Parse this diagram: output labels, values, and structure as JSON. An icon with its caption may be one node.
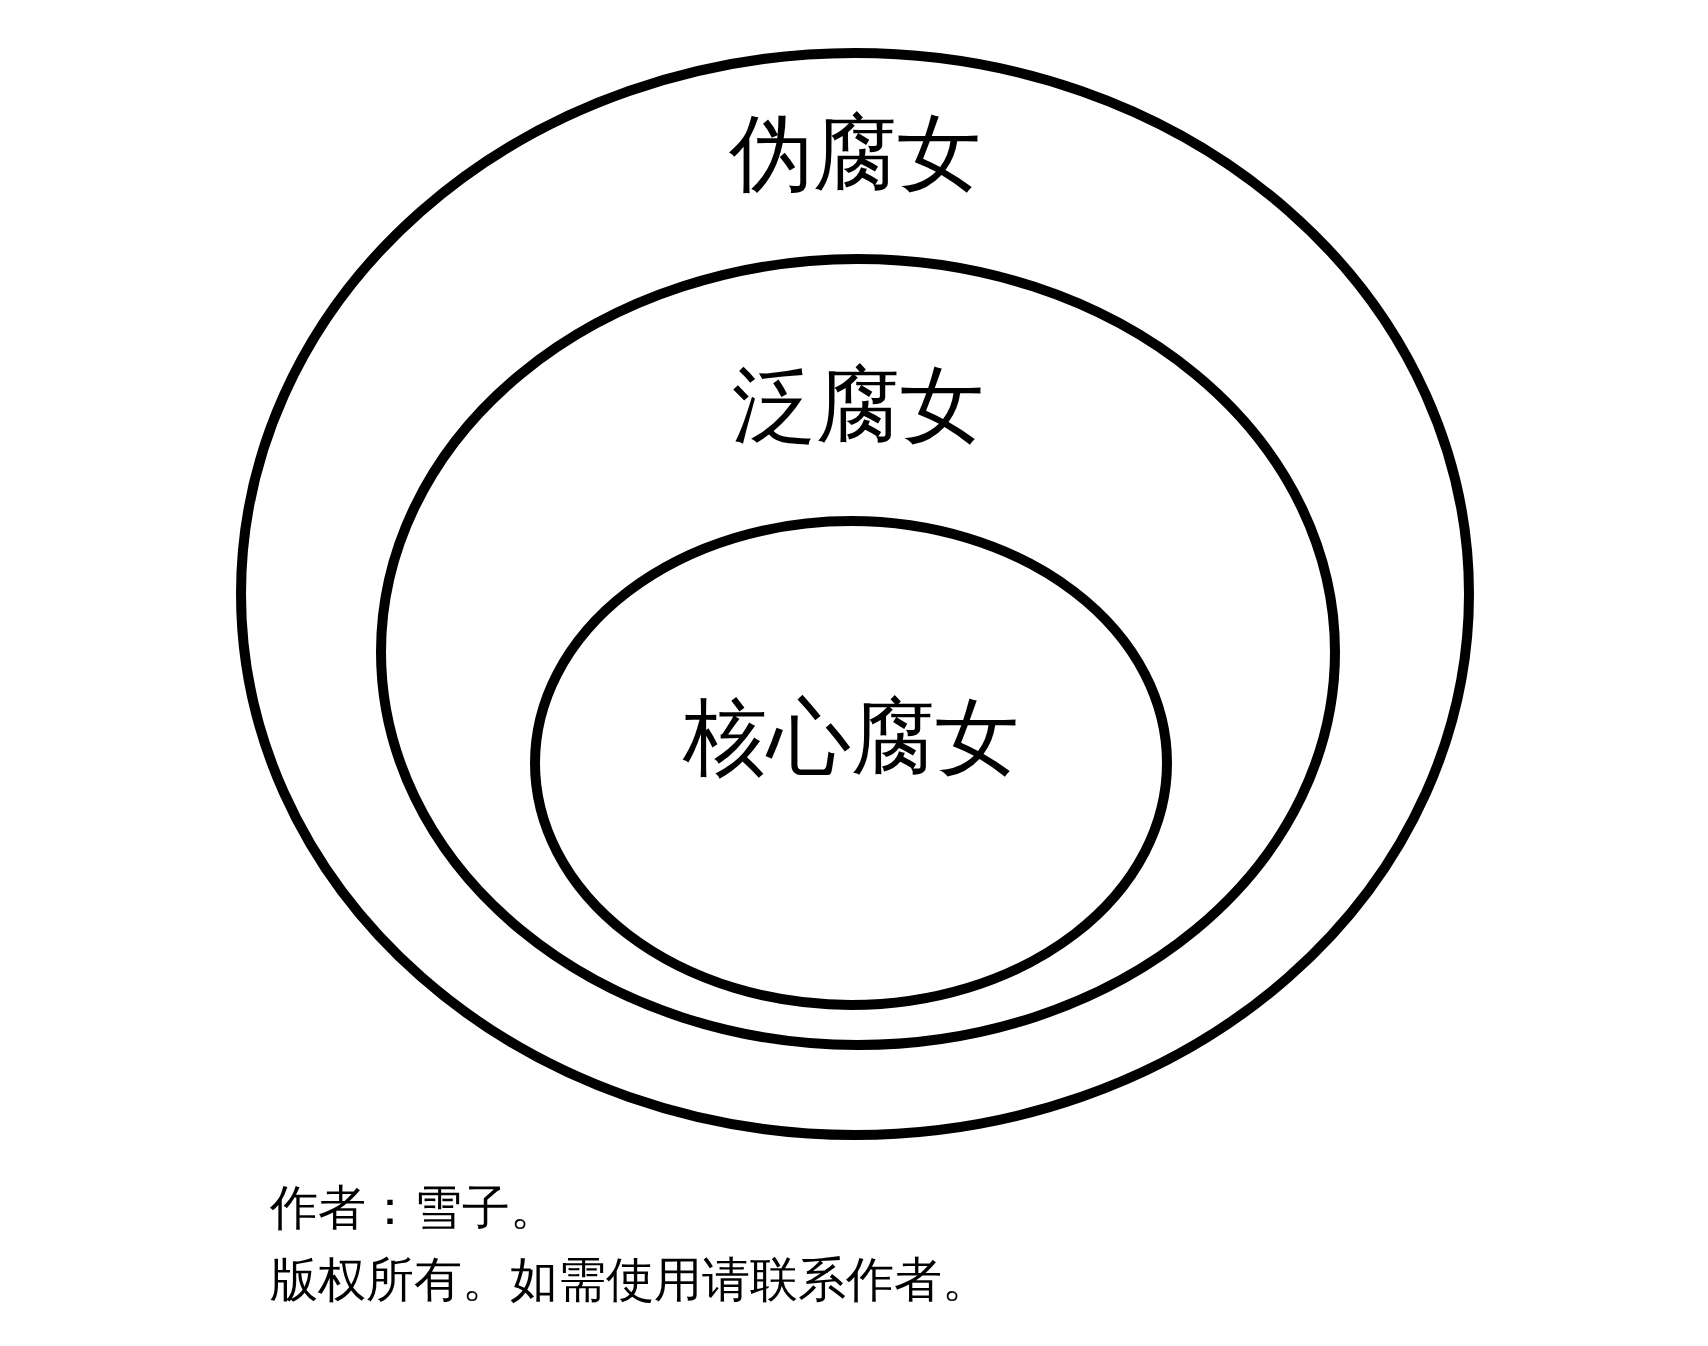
{
  "diagram": {
    "nodes": [
      {
        "text": [
          "伪腐女"
        ]
      },
      {
        "text": [
          "泛腐女"
        ],
        "in": 0
      },
      {
        "text": [
          "核心腐女"
        ],
        "in": 1
      }
    ],
    "labels": [
      "作者：雪子。",
      "版权所有。如需使用请联系作者。"
    ]
  }
}
